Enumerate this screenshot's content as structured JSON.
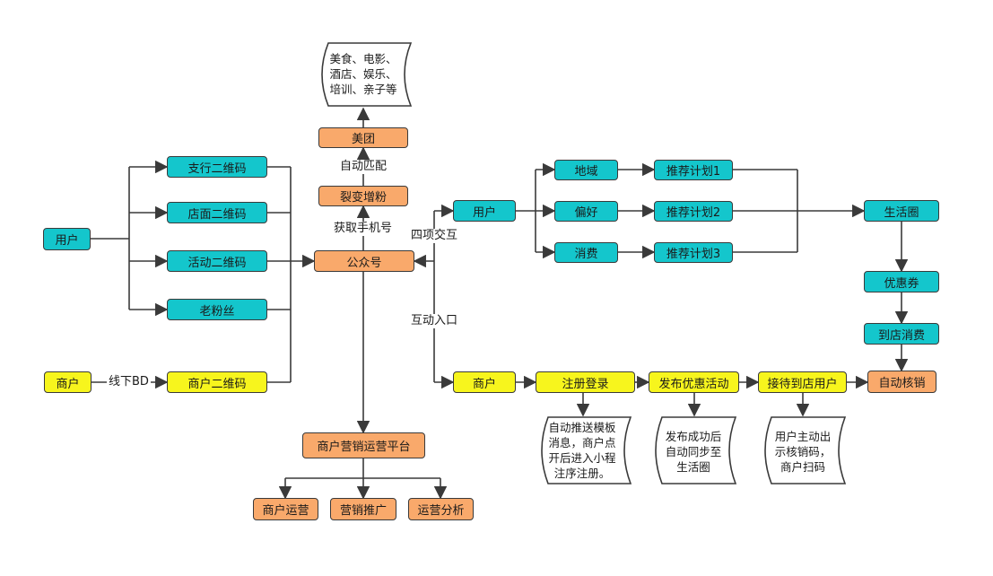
{
  "nodes": {
    "user_left": "用户",
    "branch_qr": "支行二维码",
    "store_qr": "店面二维码",
    "activity_qr": "活动二维码",
    "old_fans": "老粉丝",
    "merchant_left": "商户",
    "merchant_qr": "商户二维码",
    "official_account": "公众号",
    "fission": "裂变增粉",
    "meituan": "美团",
    "categories": "美食、电影、\n酒店、娱乐、\n培训、亲子等",
    "marketing_platform": "商户营销运营平台",
    "merchant_ops": "商户运营",
    "marketing_promo": "营销推广",
    "ops_analysis": "运营分析",
    "user_mid": "用户",
    "region": "地域",
    "preference": "偏好",
    "consumption": "消费",
    "plan1": "推荐计划1",
    "plan2": "推荐计划2",
    "plan3": "推荐计划3",
    "life_circle": "生活圈",
    "coupon": "优惠券",
    "store_consume": "到店消费",
    "auto_writeoff": "自动核销",
    "merchant_mid": "商户",
    "register": "注册登录",
    "publish": "发布优惠活动",
    "receive": "接待到店用户",
    "note_register": "自动推送模板\n消息，商户点\n开后进入小程\n注序注册。",
    "note_publish": "发布成功后\n自动同步至\n生活圈",
    "note_receive": "用户主动出\n示核销码，\n商户扫码"
  },
  "edge_labels": {
    "offline_bd": "线下BD",
    "auto_match": "自动匹配",
    "get_phone": "获取手机号",
    "four_interactions": "四项交互",
    "interaction_entry": "互动入口"
  },
  "colors": {
    "teal": "#14c6cc",
    "orange": "#f9a96b",
    "yellow": "#f7f51d",
    "line": "#3a3a3a"
  }
}
